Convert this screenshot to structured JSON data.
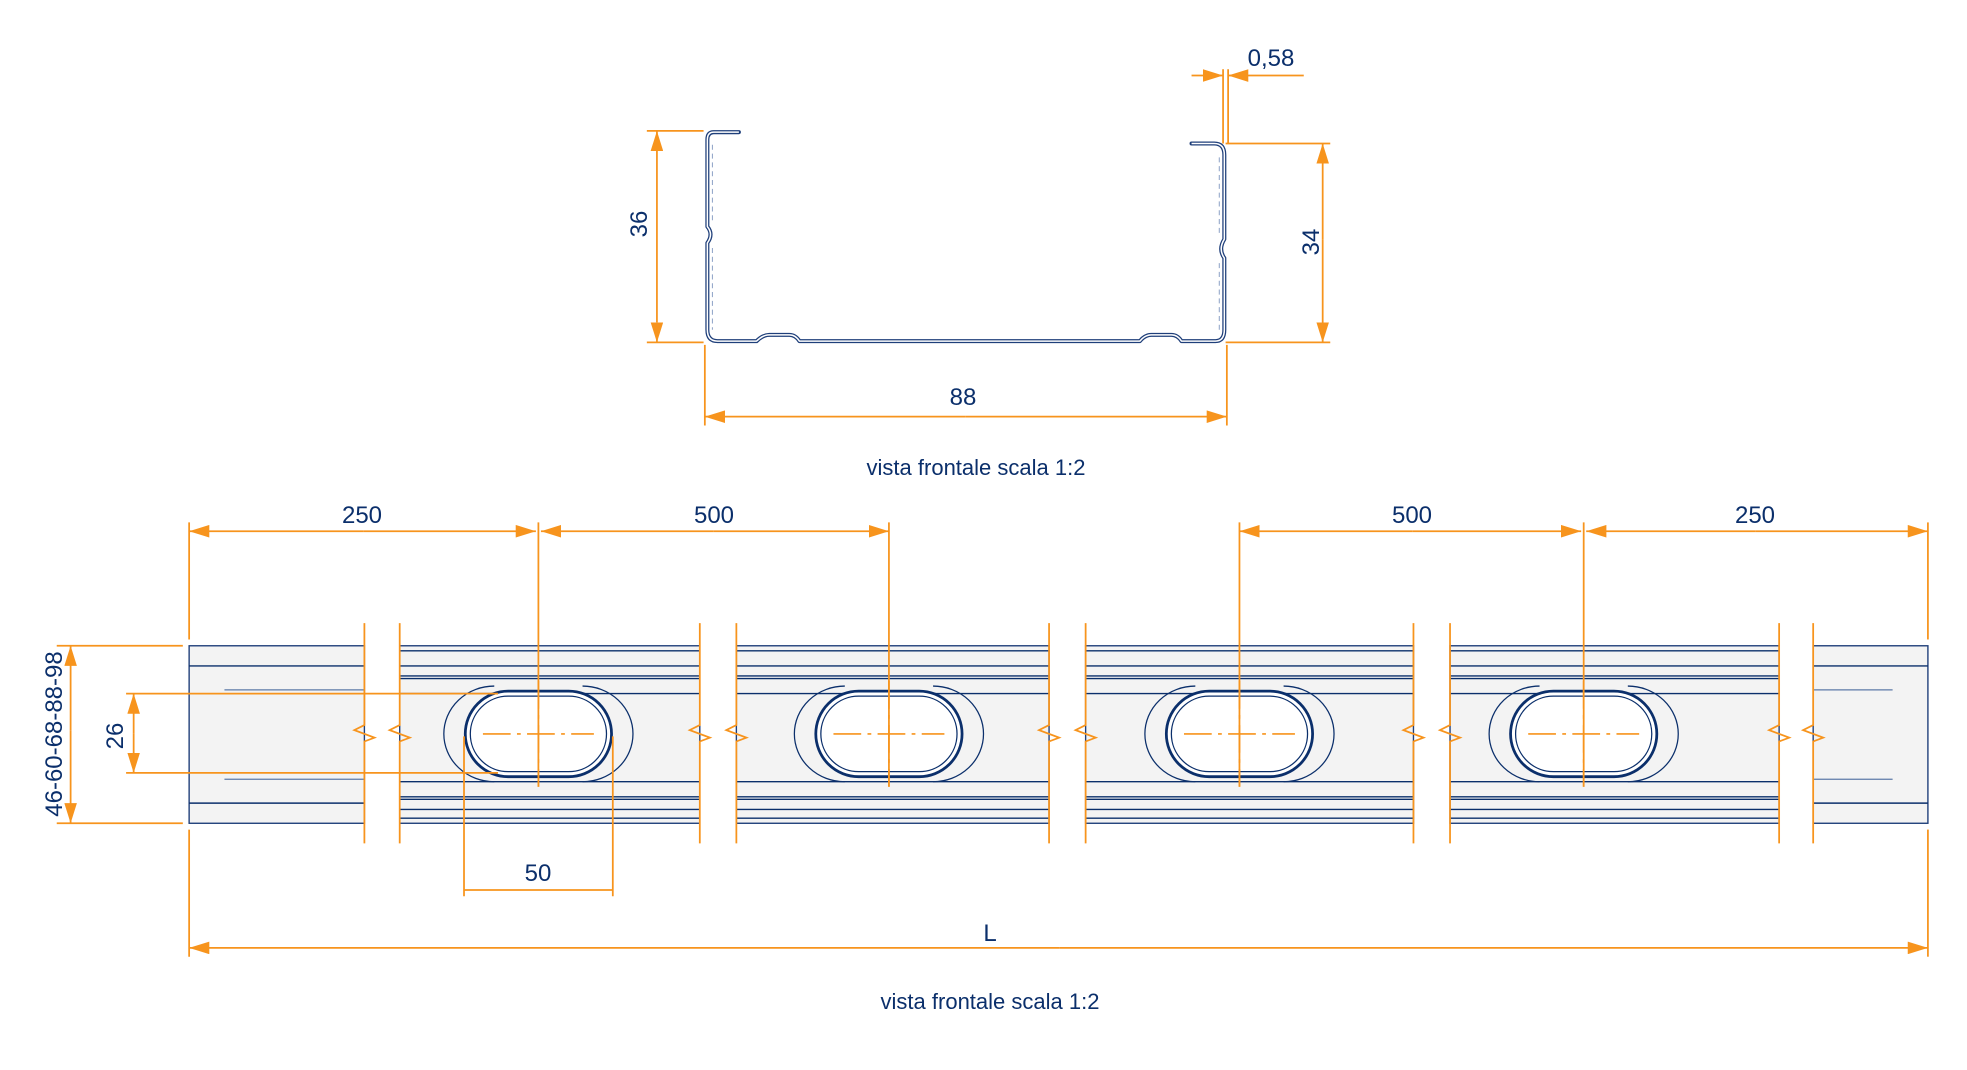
{
  "colors": {
    "dimension": "#f7941d",
    "outline": "#0b2f6b",
    "strip_fill": "#f3f3f3",
    "background": "#ffffff"
  },
  "section_view": {
    "caption": "vista frontale scala 1:2",
    "dimensions": {
      "thickness": "0,58",
      "left_flange_height": "36",
      "right_flange_height": "34",
      "web_width": "88"
    }
  },
  "elevation_view": {
    "caption": "vista frontale scala 1:2",
    "dimensions": {
      "end_spacing_left": "250",
      "hole_spacing_left": "500",
      "hole_spacing_right": "500",
      "end_spacing_right": "250",
      "profile_heights": "46-60-68-88-98",
      "hole_height": "26",
      "hole_length": "50",
      "total_length": "L"
    },
    "hole_count": 4
  }
}
